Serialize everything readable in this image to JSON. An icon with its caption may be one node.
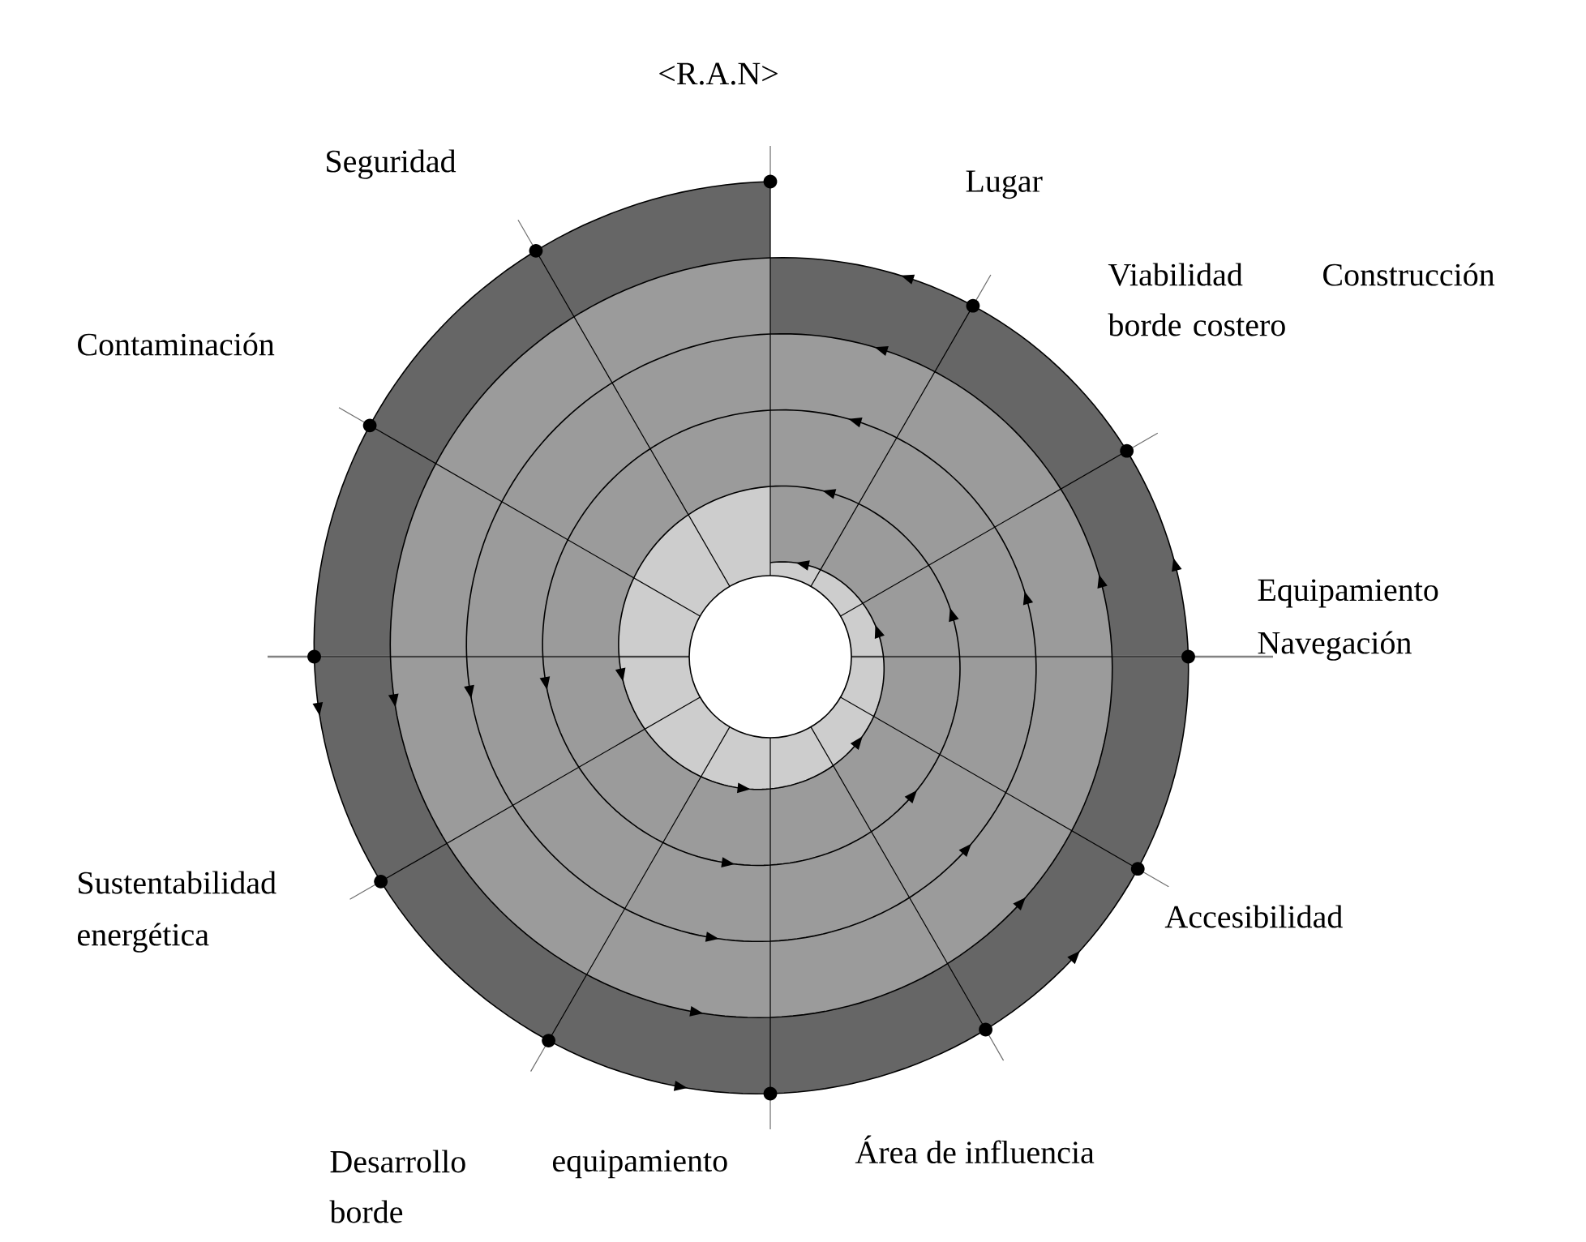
{
  "diagram": {
    "title": "<R.A.N>",
    "labels": [
      "Seguridad",
      "Lugar",
      "Viabilidad borde costero",
      "Construcción",
      "Contaminación",
      "Equipamiento",
      "Navegación",
      "Sustentabilidad",
      "energética",
      "Accesibilidad",
      "Área de influencia",
      "Desarrollo borde",
      "equipamiento"
    ]
  }
}
